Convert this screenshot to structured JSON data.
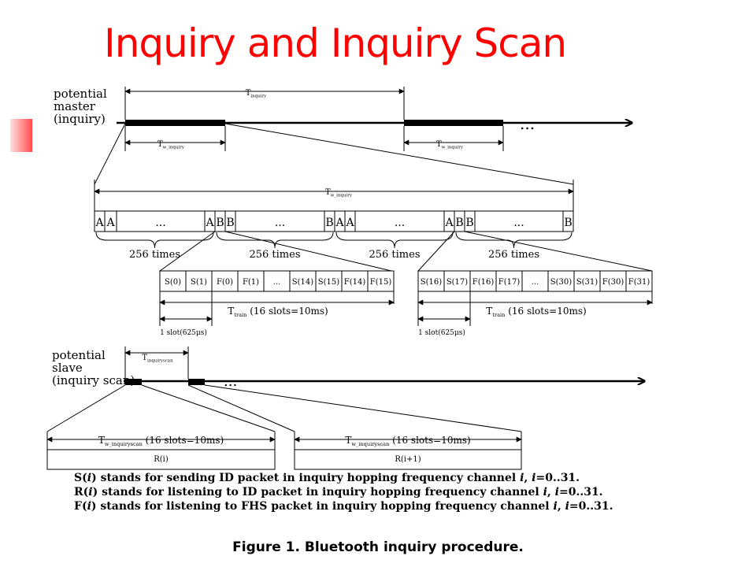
{
  "slide": {
    "title": "Inquiry and Inquiry Scan",
    "caption": "Figure 1. Bluetooth inquiry procedure."
  },
  "diagram": {
    "master_label": [
      "potential",
      "master",
      "(inquiry)"
    ],
    "slave_label": [
      "potential",
      "slave",
      "(inquiry scan)"
    ],
    "ellipsis": "...",
    "t_inquiry": {
      "main": "T",
      "sub": "inquiry"
    },
    "tw_inquiry": {
      "main": "T",
      "sub": "w_inquiry"
    },
    "t_inquiryscan": {
      "main": "T",
      "sub": "inquiryscan"
    },
    "tw_inquiryscan": {
      "main": "T",
      "sub": "w_inquiryscan",
      "suffix": " (16 slots=10ms)"
    },
    "ttrain": {
      "main": "T",
      "sub": "train",
      "suffix": " (16 slots=10ms)"
    },
    "slot_label": "1 slot(625μs)",
    "times_256": "256 times",
    "sequence": [
      "A",
      "A",
      "...",
      "A",
      "B",
      "B",
      "...",
      "B",
      "A",
      "A",
      "...",
      "A",
      "B",
      "B",
      "...",
      "B"
    ],
    "train1": [
      "S(0)",
      "S(1)",
      "F(0)",
      "F(1)",
      "...",
      "S(14)",
      "S(15)",
      "F(14)",
      "F(15)"
    ],
    "train2": [
      "S(16)",
      "S(17)",
      "F(16)",
      "F(17)",
      "...",
      "S(30)",
      "S(31)",
      "F(30)",
      "F(31)"
    ],
    "scan1": "R(i)",
    "scan2": "R(i+1)"
  },
  "legend": [
    {
      "sym": "S",
      "arg": "i",
      "text": " stands for sending ID packet in inquiry hopping frequency channel ",
      "range": "=0..31."
    },
    {
      "sym": "R",
      "arg": "i",
      "text": " stands for listening to ID packet in inquiry hopping frequency channel ",
      "range": "=0..31."
    },
    {
      "sym": "F",
      "arg": "i",
      "text": " stands for listening to FHS packet in inquiry hopping frequency channel ",
      "range": "=0..31."
    }
  ]
}
